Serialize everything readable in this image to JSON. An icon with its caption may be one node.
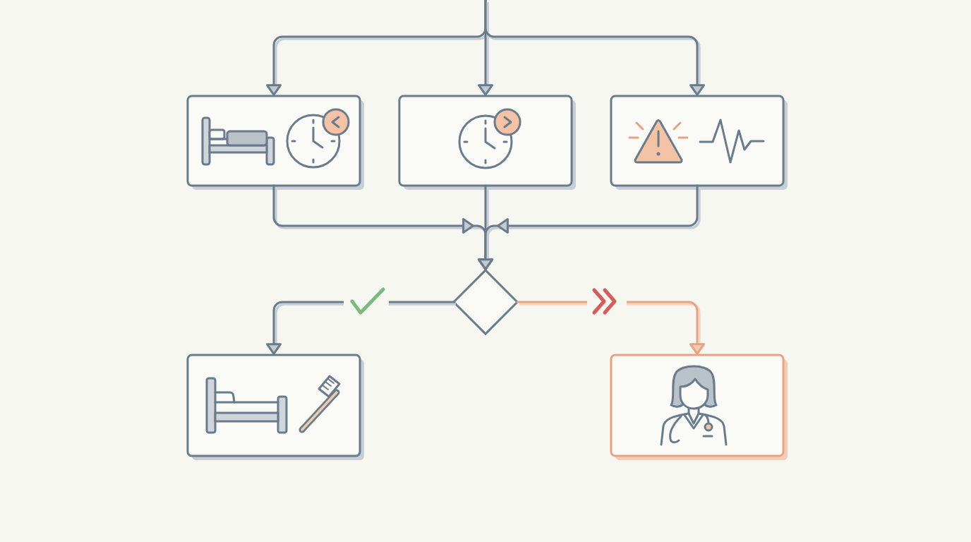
{
  "diagram": {
    "nodes": [
      {
        "text": [],
        "shape": "box"
      },
      {
        "text": [],
        "shape": "box"
      },
      {
        "text": [],
        "shape": "box"
      },
      {
        "text": [],
        "shape": "diamond"
      },
      {
        "text": [],
        "shape": "box"
      },
      {
        "text": [],
        "shape": "box"
      }
    ],
    "edges": [
      {
        "from": null,
        "to": 0,
        "arrow": "to"
      },
      {
        "from": null,
        "to": 1,
        "arrow": "to"
      },
      {
        "from": null,
        "to": 2,
        "arrow": "to"
      },
      {
        "from": 0,
        "to": 3,
        "arrow": "to"
      },
      {
        "from": 1,
        "to": 3,
        "arrow": "to"
      },
      {
        "from": 2,
        "to": 3,
        "arrow": "to"
      },
      {
        "from": 3,
        "to": 4,
        "arrow": "to"
      },
      {
        "from": 3,
        "to": 5,
        "arrow": "to",
        "color": "#e9a27f"
      }
    ]
  }
}
